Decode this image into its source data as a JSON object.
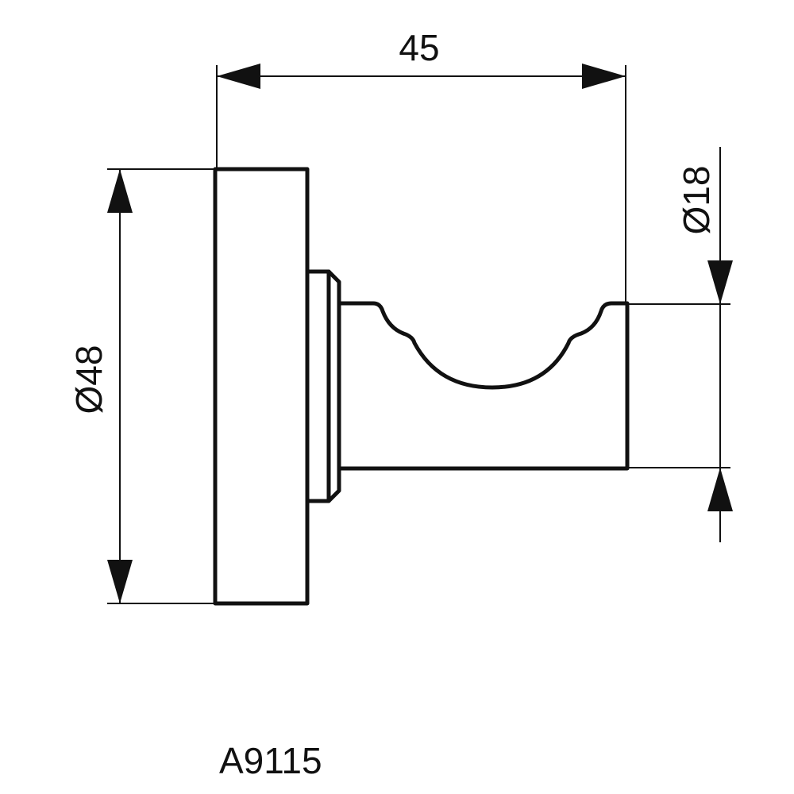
{
  "drawing": {
    "dimensions": {
      "length": "45",
      "base_diameter": "Ø48",
      "hook_diameter": "Ø18"
    },
    "product_code": "A9115",
    "line_color": "#111111",
    "background_color": "#ffffff"
  }
}
